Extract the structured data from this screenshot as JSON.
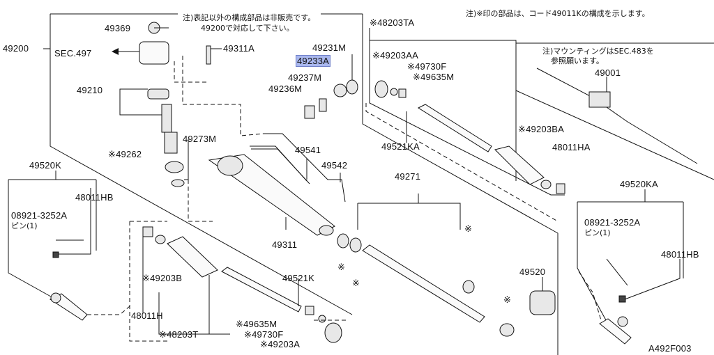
{
  "diagram": {
    "code": "A492F003",
    "notes": {
      "star": "注)※印の部品は、コード49011Kの構成を示します。",
      "not_sold_1": "注)表記以外の構成部品は非販売です。",
      "not_sold_2": "49200で対応して下さい。",
      "mount_1": "注)マウンティングはSEC.483を",
      "mount_2": "参照願います。"
    },
    "section_ref": "SEC.497",
    "pin_label": "ピン(1)",
    "parts": {
      "p49200": "49200",
      "p49369": "49369",
      "p49311A": "49311A",
      "p49210": "49210",
      "p49262": "※49262",
      "p49273M": "49273M",
      "p49541": "49541",
      "p49542": "49542",
      "p49311": "49311",
      "p49271": "49271",
      "p49231M": "49231M",
      "p49233A": "49233A",
      "p49237M": "49237M",
      "p49236M": "49236M",
      "p48203TA": "※48203TA",
      "p49203AA": "※49203AA",
      "p49730F_top": "※49730F",
      "p49635M_top": "※49635M",
      "p49521KA": "49521KA",
      "p49203BA": "※49203BA",
      "p48011HA": "48011HA",
      "p49001": "49001",
      "p49520KA": "49520KA",
      "p08921_right": "08921-3252A",
      "p48011HB_right": "48011HB",
      "p49520": "49520",
      "p49520K": "49520K",
      "p48011HB_left": "48011HB",
      "p08921_left": "08921-3252A",
      "p49203B": "※49203B",
      "p48011H": "48011H",
      "p48203T": "※48203T",
      "p49521K": "49521K",
      "p49635M_bot": "※49635M",
      "p49730F_bot": "※49730F",
      "p49203A": "※49203A",
      "star": "※"
    }
  }
}
